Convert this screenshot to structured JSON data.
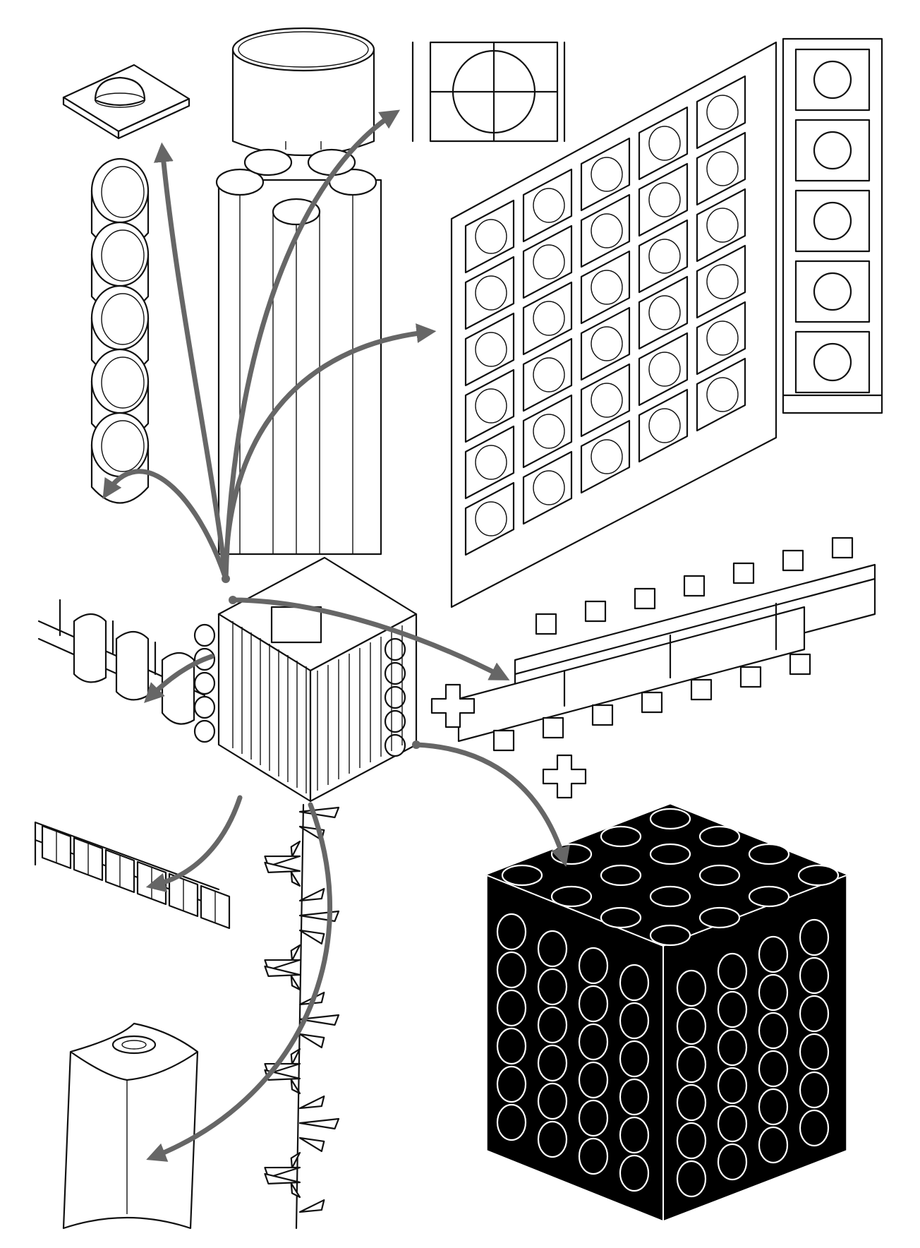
{
  "colors": {
    "ink": "#111111",
    "paper": "#ffffff",
    "arrow": "#666666",
    "solid_cube": "#000000"
  },
  "components": [
    {
      "name": "dome-cap-plate"
    },
    {
      "name": "ring-segments-stack"
    },
    {
      "name": "cylindrical-tower-column"
    },
    {
      "name": "quartered-grid-panel"
    },
    {
      "name": "waffle-wall-panel"
    },
    {
      "name": "circle-grid-strip"
    },
    {
      "name": "floor-frame-ladder"
    },
    {
      "name": "curved-rail-fragment"
    },
    {
      "name": "cutaway-central-cube"
    },
    {
      "name": "bracket-rack"
    },
    {
      "name": "spiral-staircase"
    },
    {
      "name": "perforated-black-cube"
    },
    {
      "name": "hollow-pier-base"
    }
  ]
}
